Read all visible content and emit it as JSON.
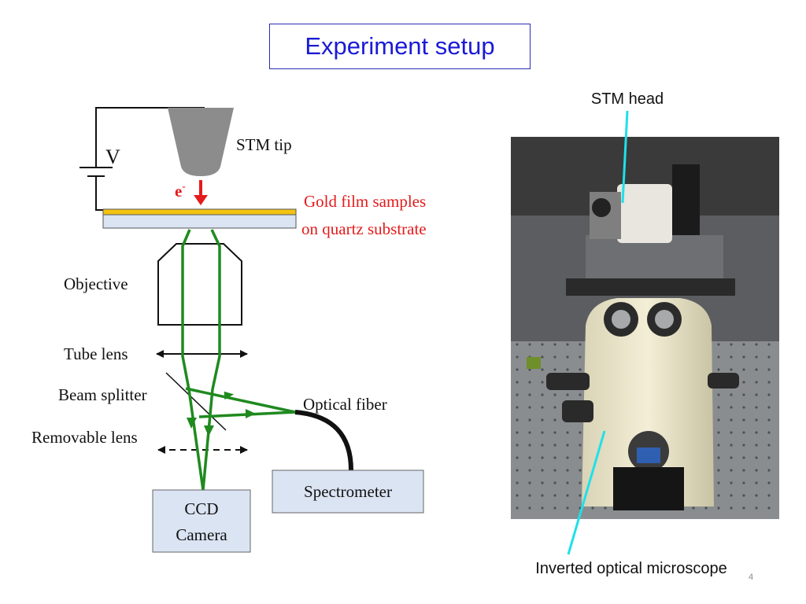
{
  "slide": {
    "title": "Experiment setup",
    "page_number": "4"
  },
  "diagram": {
    "voltage_label": "V",
    "stm_tip_label": "STM tip",
    "electron_label": "e",
    "electron_superscript": "-",
    "sample_label_line1": "Gold film samples",
    "sample_label_line2": "on quartz substrate",
    "objective_label": "Objective",
    "tube_lens_label": "Tube lens",
    "beam_splitter_label": "Beam splitter",
    "removable_lens_label": "Removable lens",
    "optical_fiber_label": "Optical fiber",
    "spectrometer_label": "Spectrometer",
    "ccd_label_line1": "CCD",
    "ccd_label_line2": "Camera"
  },
  "photo": {
    "stm_head_label": "STM head",
    "microscope_label": "Inverted optical microscope"
  },
  "colors": {
    "beam": "#1f8a1f",
    "gold": "#f3c312",
    "electron_arrow": "#e31b1b",
    "callout_line": "#1fe0ea",
    "title_text": "#1a1ad6"
  }
}
